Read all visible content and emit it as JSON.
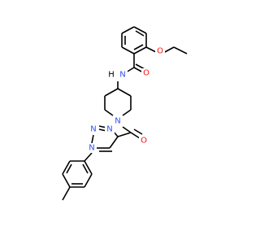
{
  "molecule": {
    "labels": {
      "ether_oxygen": "O",
      "amide_oxygen": "O",
      "amide_nitrogen": "N",
      "amide_hydrogen": "H",
      "piperidine_nitrogen": "N",
      "carbonyl_oxygen": "O",
      "triazole_n1": "N",
      "triazole_n2": "N",
      "triazole_n3": "N"
    },
    "colors": {
      "bond": "#000000",
      "oxygen": "#ff0d0d",
      "nitrogen": "#3050f8",
      "hydrogen": "#000000"
    }
  }
}
